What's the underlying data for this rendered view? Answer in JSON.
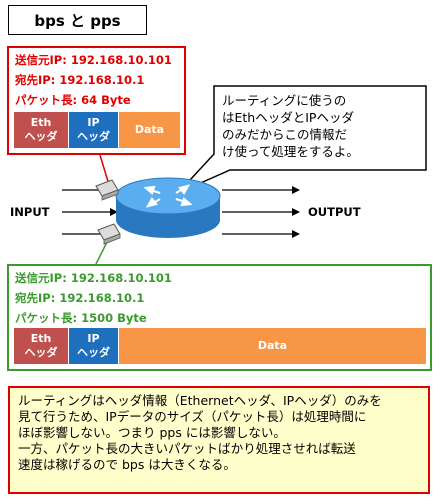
{
  "title": "bps と pps",
  "packet_small": {
    "src_label": "送信元IP: ",
    "src_value": "192.168.10.101",
    "dst_label": "宛先IP: ",
    "dst_value": "192.168.10.1",
    "len_label": "パケット長: ",
    "len_value": "64 Byte",
    "eth_line1": "Eth",
    "eth_line2": "ヘッダ",
    "ip_line1": "IP",
    "ip_line2": "ヘッダ",
    "data_label": "Data"
  },
  "packet_large": {
    "src_label": "送信元IP: ",
    "src_value": "192.168.10.101",
    "dst_label": "宛先IP: ",
    "dst_value": "192.168.10.1",
    "len_label": "パケット長: ",
    "len_value": "1500 Byte",
    "eth_line1": "Eth",
    "eth_line2": "ヘッダ",
    "ip_line1": "IP",
    "ip_line2": "ヘッダ",
    "data_label": "Data"
  },
  "speech_bubble": {
    "line1": "ルーティングに使うの",
    "line2": "はEthヘッダとIPヘッダ",
    "line3": "のみだからこの情報だ",
    "line4": "け使って処理をするよ。"
  },
  "input_label": "INPUT",
  "output_label": "OUTPUT",
  "note": {
    "line1": "ルーティングはヘッダ情報（Ethernetヘッダ、IPヘッダ）のみを",
    "line2": "見て行うため、IPデータのサイズ（パケット長）は処理時間に",
    "line3": "ほぼ影響しない。つまり pps には影響しない。",
    "line4": "一方、パケット長の大きいパケットばかり処理させれば転送",
    "line5": "速度は稼げるので bps は大きくなる。"
  },
  "colors": {
    "red": "#e00000",
    "green": "#3b9a2e",
    "eth": "#c0504d",
    "ip": "#1f6fbf",
    "data": "#f79646",
    "note_bg": "#ffffcc",
    "router": "#3a8fd6"
  }
}
